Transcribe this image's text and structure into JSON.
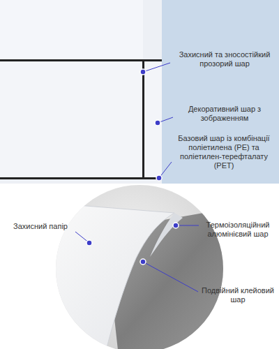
{
  "diagram": {
    "labels": [
      "Захисний та зносостійкий прозорий шар",
      "Декоративний шар з зображенням",
      "Базовий шар із комбінації поліетилена (PE) та поліетилен-терефталату (PET)",
      "Захисний папір",
      "Термоізоляційний алюмінієвий шар",
      "Подвійний клейовий шар"
    ]
  }
}
